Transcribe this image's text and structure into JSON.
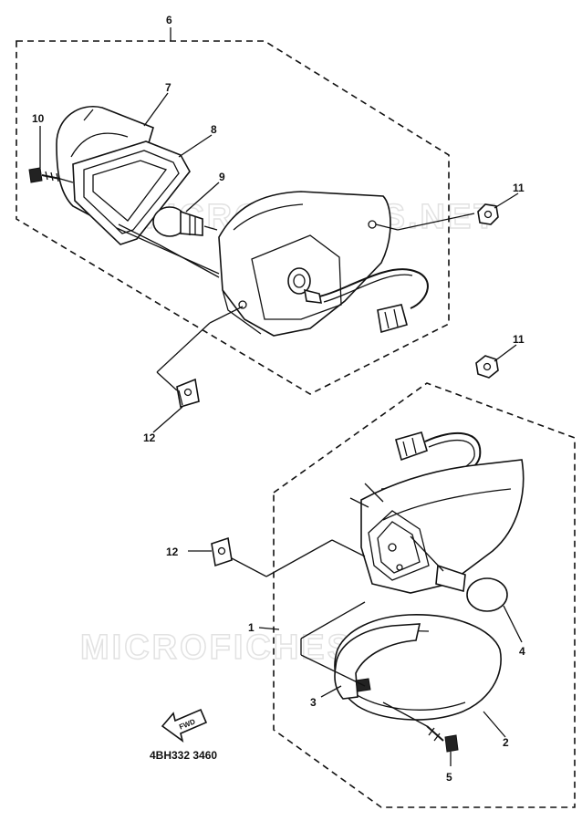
{
  "watermark": "MICROFICHES.NET",
  "part_code": "4BH332 3460",
  "fwd_label": "FWD",
  "callouts": {
    "c1": "1",
    "c2": "2",
    "c3": "3",
    "c4": "4",
    "c5": "5",
    "c6": "6",
    "c7": "7",
    "c8": "8",
    "c9": "9",
    "c10": "10",
    "c11a": "11",
    "c11b": "11",
    "c12a": "12",
    "c12b": "12"
  }
}
